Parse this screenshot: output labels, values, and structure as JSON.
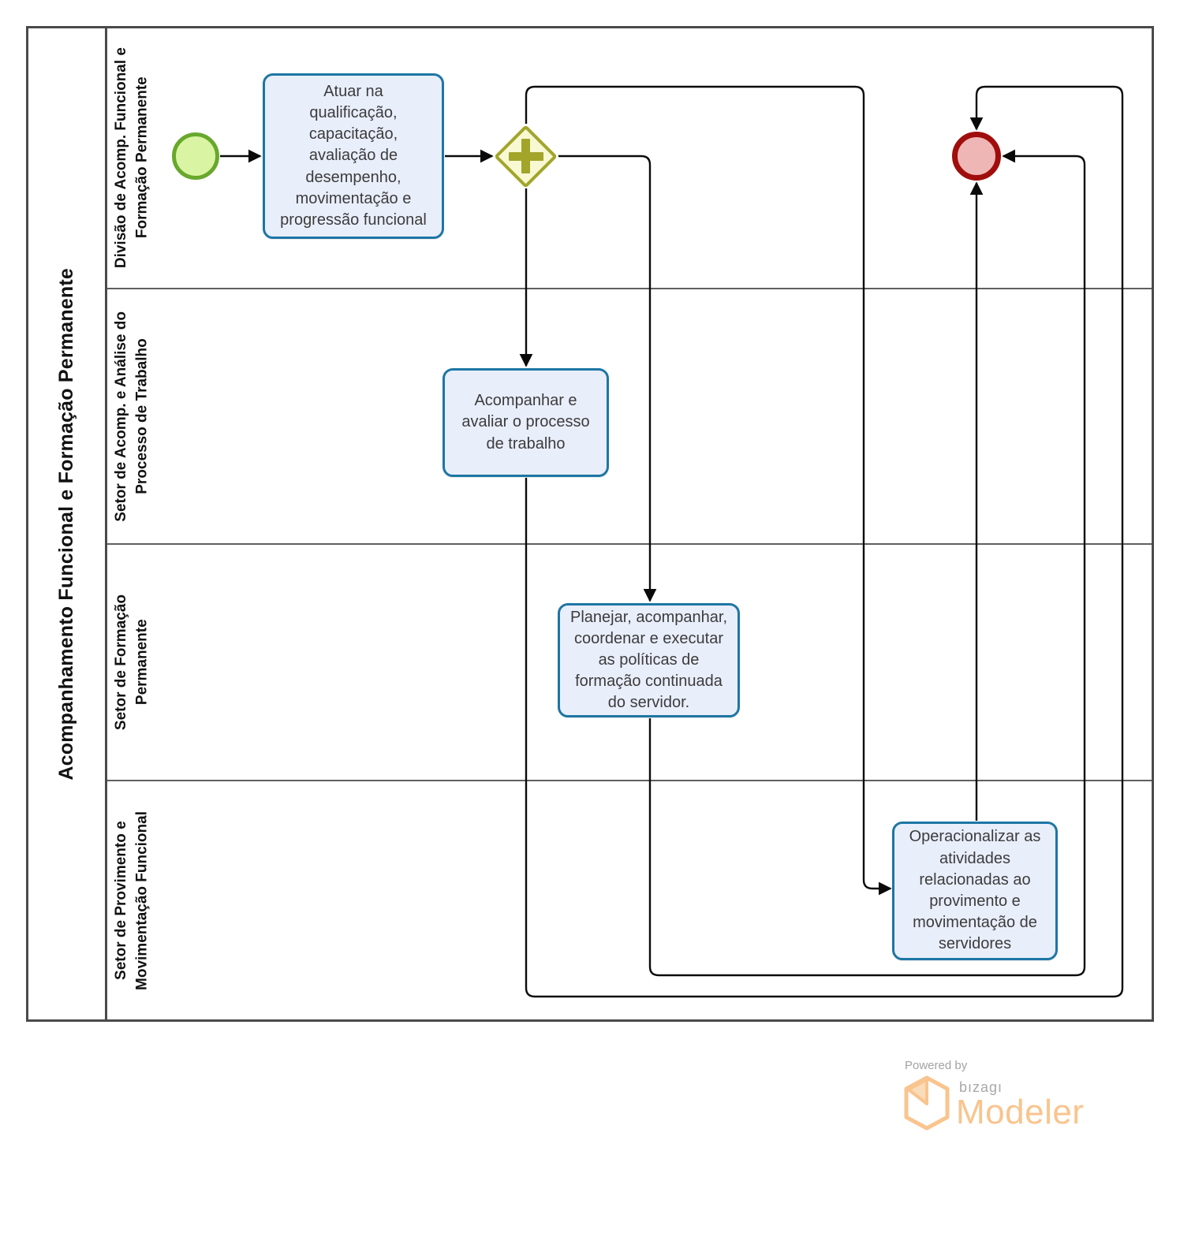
{
  "diagram": {
    "pool": {
      "title": "Acompanhamento Funcional e Formação Permanente"
    },
    "lanes": [
      {
        "label": "Divisão de Acomp. Funcional e\nFormação Permanente"
      },
      {
        "label": "Setor de Acomp. e Análise do\nProcesso de Trabalho"
      },
      {
        "label": "Setor de Formação\nPermanente"
      },
      {
        "label": "Setor de Provimento e\nMovimentação Funcional"
      }
    ],
    "nodes": {
      "start_event": {
        "type": "start-event"
      },
      "gateway": {
        "type": "parallel-gateway",
        "symbol": "+"
      },
      "end_event": {
        "type": "end-event"
      },
      "task_atuar": {
        "label": "Atuar na\nqualificação,\ncapacitação,\navaliação de\ndesempenho,\nmovimentação e\nprogressão funcional"
      },
      "task_acompanhar": {
        "label": "Acompanhar e\navaliar o processo\nde trabalho"
      },
      "task_planejar": {
        "label": "Planejar, acompanhar,\ncoordenar e executar\nas políticas de\nformação continuada\ndo servidor."
      },
      "task_operacionalizar": {
        "label": "Operacionalizar as\natividades\nrelacionadas ao\nprovimento e\nmovimentação de\nservidores"
      }
    },
    "colors": {
      "task_fill": "#e9eefb",
      "task_stroke": "#1d76a4",
      "start_fill": "#d9f4a2",
      "start_stroke": "#68a82d",
      "end_fill": "#efb6b6",
      "end_stroke": "#a00d0d",
      "gateway_fill": "#f8f8d3",
      "gateway_stroke": "#a2a52a",
      "flow_stroke": "#0a0a0a",
      "pool_border": "#4a4a4a",
      "brand_orange": "#f9c48e",
      "brand_gray": "#a3a3a3"
    },
    "footer": {
      "powered_by": "Powered by",
      "brand": "bızagı",
      "product": "Modeler"
    }
  }
}
